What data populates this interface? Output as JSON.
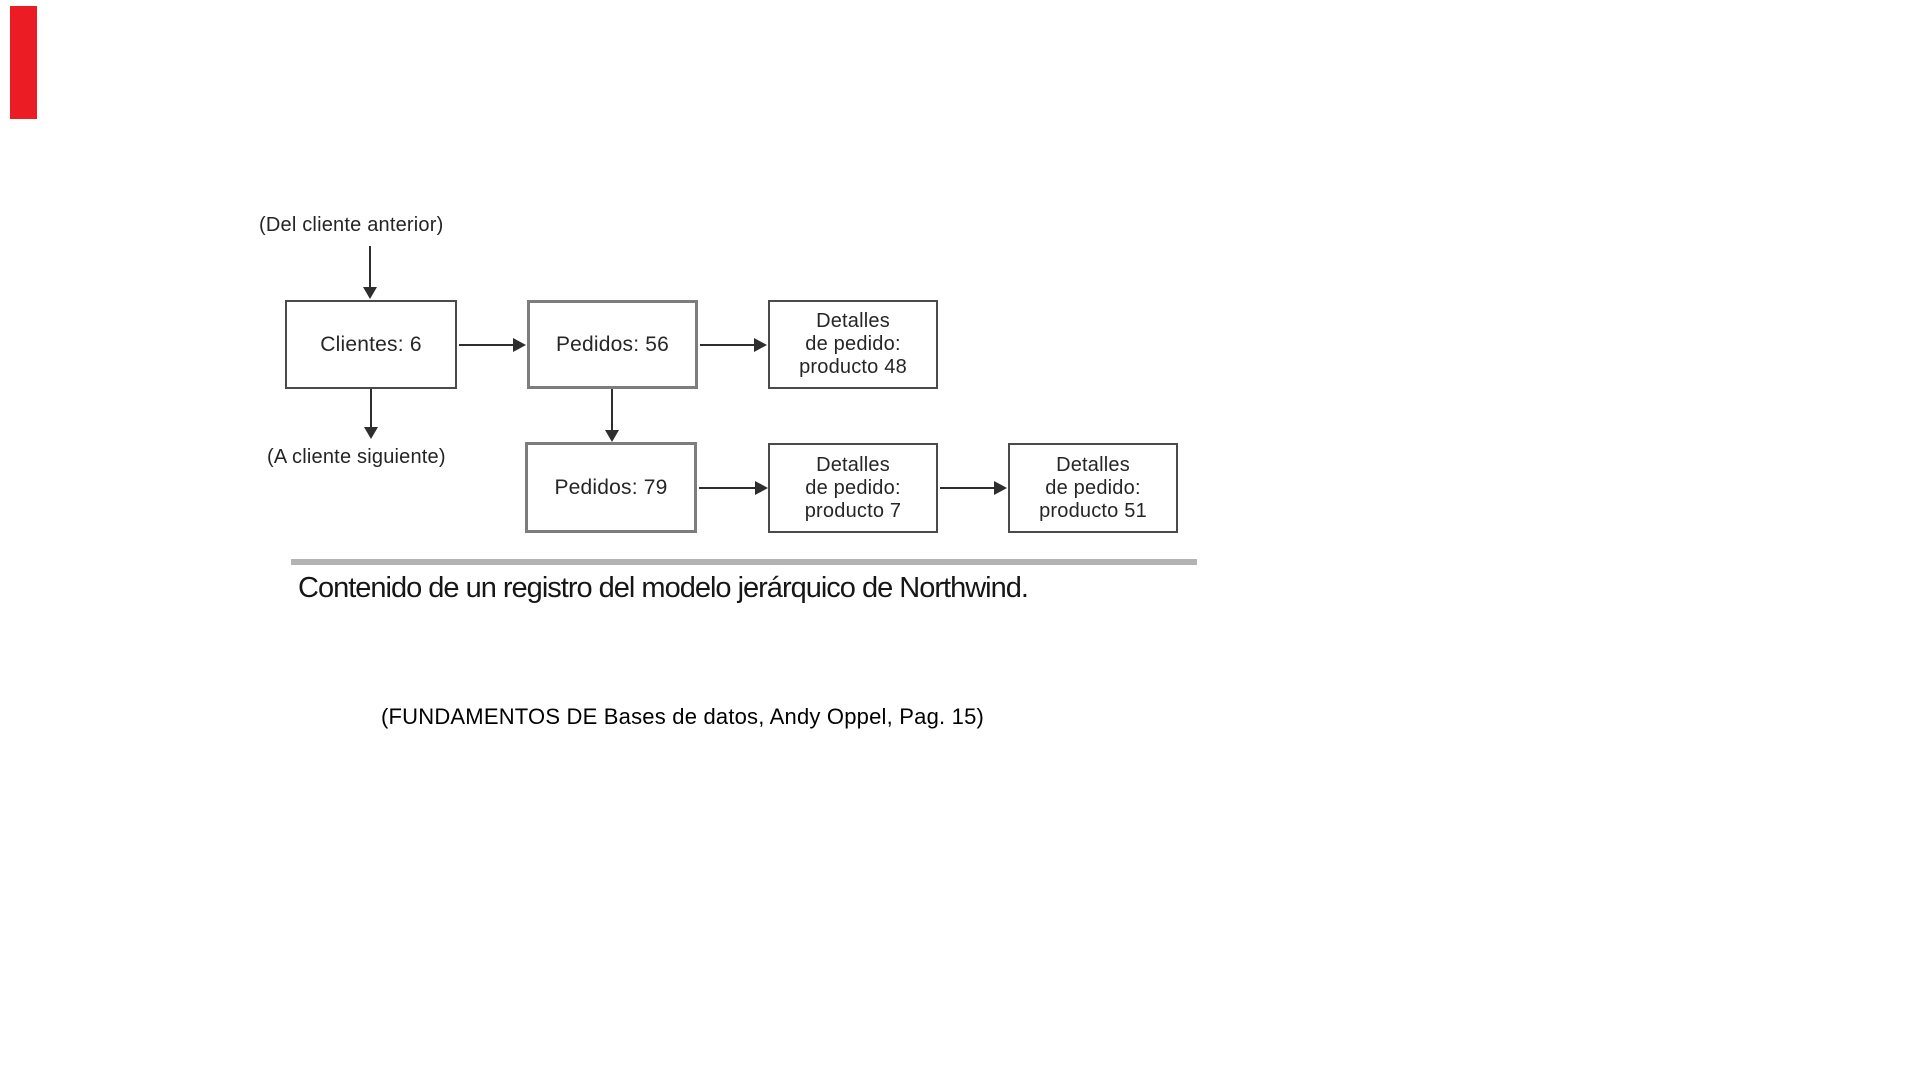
{
  "marker": {
    "color": "#ec1c24"
  },
  "diagram": {
    "entry_label": "(Del cliente anterior)",
    "exit_label": "(A cliente siguiente)",
    "boxes": {
      "clientes": "Clientes: 6",
      "pedidos_56": "Pedidos: 56",
      "detalles_48": "Detalles\nde pedido:\nproducto 48",
      "pedidos_79": "Pedidos: 79",
      "detalles_7": "Detalles\nde pedido:\nproducto 7",
      "detalles_51": "Detalles\nde pedido:\nproducto 51"
    },
    "caption": "Contenido de un registro del modelo jerárquico de Northwind."
  },
  "footer": {
    "citation": "(FUNDAMENTOS DE Bases de datos, Andy Oppel, Pag. 15)"
  }
}
